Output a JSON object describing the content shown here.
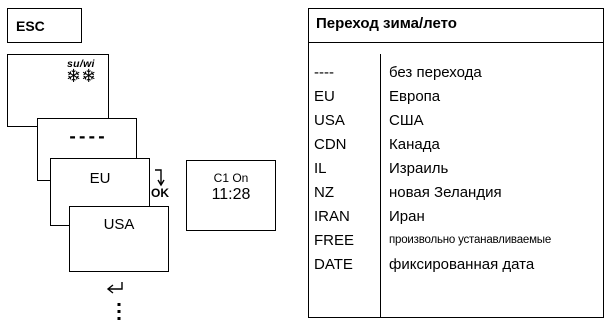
{
  "esc_label": "ESC",
  "screens": {
    "season_label": "su/wi",
    "snow_icon": "❄❄",
    "no_transition": "----",
    "eu": "EU",
    "usa": "USA"
  },
  "ok_label": "OK",
  "status": {
    "line1": "C1 On",
    "line2": "11:28"
  },
  "table": {
    "title": "Переход зима/лето",
    "rows": [
      {
        "code": "----",
        "desc": "без перехода"
      },
      {
        "code": "EU",
        "desc": "Европа"
      },
      {
        "code": "USA",
        "desc": "США"
      },
      {
        "code": "CDN",
        "desc": "Канада"
      },
      {
        "code": "IL",
        "desc": "Израиль"
      },
      {
        "code": "NZ",
        "desc": "новая Зеландия"
      },
      {
        "code": "IRAN",
        "desc": "Иран"
      },
      {
        "code": "FREE",
        "desc": "произвольно устанавливаемые"
      },
      {
        "code": "DATE",
        "desc": "фиксированная дата"
      }
    ]
  },
  "icons": {
    "ok_arrow": "down-right-arrow-icon",
    "return": "return-arrow-icon",
    "more": "vertical-ellipsis-icon",
    "snow": "snowflake-icon"
  }
}
